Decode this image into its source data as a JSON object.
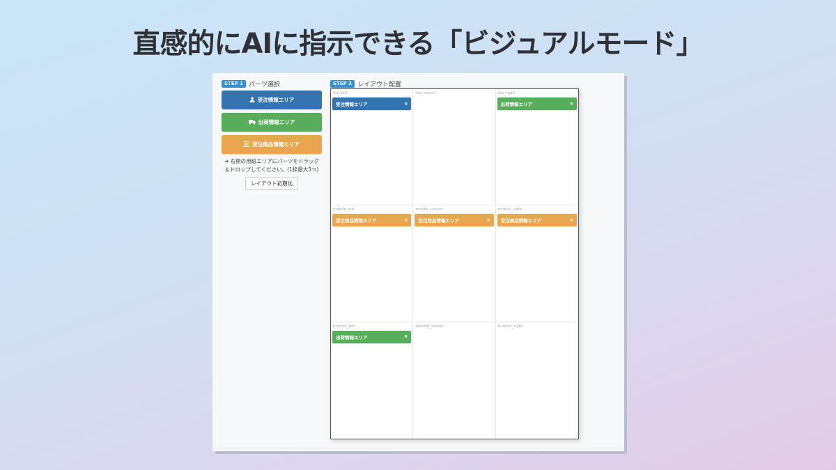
{
  "headline": "直感的にAIに指示できる「ビジュアルモード」",
  "step1": {
    "badge": "STEP 1",
    "title": "パーツ選択",
    "parts": [
      {
        "label": "受注情報エリア",
        "icon": "user-icon",
        "glyph": "👤",
        "color": "#3374ae"
      },
      {
        "label": "出荷情報エリア",
        "icon": "truck-icon",
        "glyph": "🚚",
        "color": "#57ad5a"
      },
      {
        "label": "受注商品情報エリア",
        "icon": "list-icon",
        "glyph": "▤",
        "color": "#e8a64e"
      }
    ],
    "hint_line1": "➔ 右側の用紙エリアにパーツをドラッグ",
    "hint_line2": "＆ドロップしてください。(1枠最大3つ)",
    "reset_label": "レイアウト初期化"
  },
  "step2": {
    "badge": "STEP 2",
    "title": "レイアウト配置",
    "cells": [
      {
        "name": "top_left",
        "chips": [
          {
            "label": "受注情報エリア",
            "color": "blue"
          }
        ]
      },
      {
        "name": "top_center",
        "chips": []
      },
      {
        "name": "top_right",
        "chips": [
          {
            "label": "出荷情報エリア",
            "color": "green"
          }
        ]
      },
      {
        "name": "middle_left",
        "chips": [
          {
            "label": "受注商品情報エリア",
            "color": "orange"
          }
        ]
      },
      {
        "name": "middle_center",
        "chips": [
          {
            "label": "受注商品情報エリア",
            "color": "orange"
          }
        ]
      },
      {
        "name": "middle_right",
        "chips": [
          {
            "label": "受注商品情報エリア",
            "color": "orange"
          }
        ]
      },
      {
        "name": "bottom_left",
        "chips": [
          {
            "label": "出荷情報エリア",
            "color": "green"
          }
        ]
      },
      {
        "name": "bottom_center",
        "chips": []
      },
      {
        "name": "bottom_right",
        "chips": []
      }
    ],
    "remove_glyph": "✖"
  }
}
